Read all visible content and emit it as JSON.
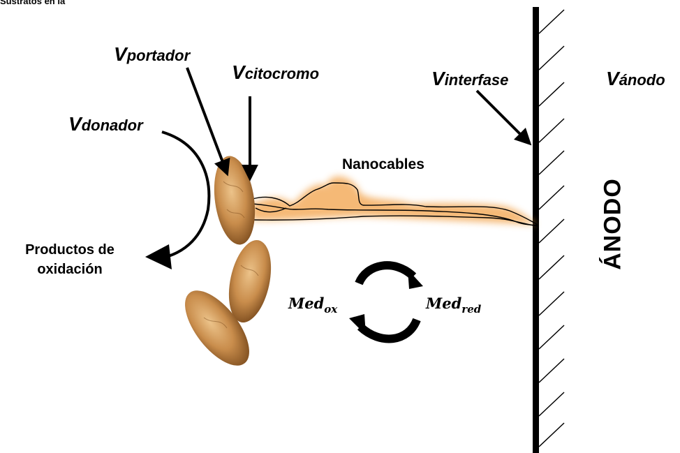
{
  "top_cut_text": "Sustratos en la",
  "labels": {
    "v_portador": {
      "v": "V",
      "sub": "portador"
    },
    "v_citocromo": {
      "v": "V",
      "sub": "citocromo"
    },
    "v_interfase": {
      "v": "V",
      "sub": "interfase"
    },
    "v_anodo": {
      "v": "V",
      "sub": "ánodo"
    },
    "v_donador": {
      "v": "V",
      "sub": "donador"
    },
    "nanocables": "Nanocables",
    "productos_line1": "Productos de",
    "productos_line2": "oxidación",
    "anodo": "ÁNODO",
    "med_ox": {
      "base": "Med",
      "sub": "ox"
    },
    "med_red": {
      "base": "Med",
      "sub": "red"
    }
  },
  "colors": {
    "glow": "#f2a24a",
    "bacteria_light": "#e0b070",
    "bacteria_dark": "#8a5a26",
    "ink": "#000000"
  },
  "icons": [
    "curved-arrow-icon",
    "cycle-arrows-icon"
  ]
}
